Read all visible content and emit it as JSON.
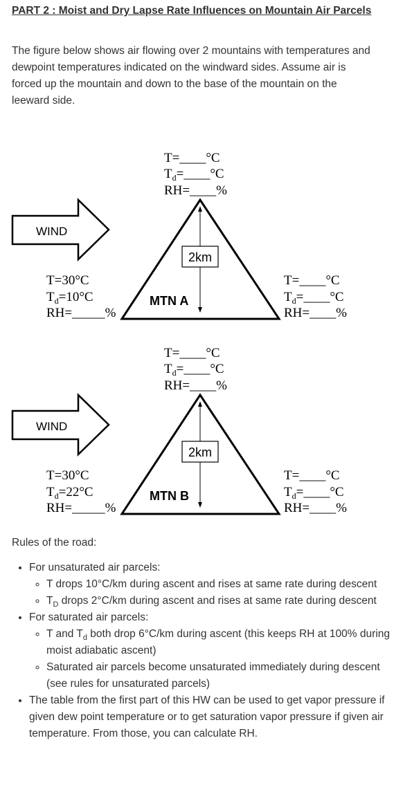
{
  "heading": "PART 2 : Moist and Dry Lapse Rate Influences on Mountain Air Parcels",
  "intro": "The figure below shows air flowing over 2 mountains with temperatures and dewpoint temperatures indicated on the windward sides. Assume air is forced up the mountain and down to the base of the mountain on the leeward side.",
  "figure": {
    "wind_label": "WIND",
    "height_label": "2km",
    "blank_t": "T=____°C",
    "blank_td_prefix": "T",
    "blank_td_sub": "d",
    "blank_td_suffix": "=____°C",
    "blank_rh": "RH=____%",
    "mountains": [
      {
        "name": "MTN A",
        "windward_t": "T=30°C",
        "windward_td_prefix": "T",
        "windward_td_sub": "d",
        "windward_td_suffix": "=10°C",
        "windward_rh": "RH=_____%"
      },
      {
        "name": "MTN B",
        "windward_t": "T=30°C",
        "windward_td_prefix": "T",
        "windward_td_sub": "d",
        "windward_td_suffix": "=22°C",
        "windward_rh": "RH=_____%"
      }
    ]
  },
  "rules": {
    "title": "Rules of the road:",
    "unsat_title": "For unsaturated air parcels:",
    "unsat_1": "T drops 10°C/km during ascent and rises at same rate during descent",
    "unsat_2_prefix": "T",
    "unsat_2_sub": "D",
    "unsat_2_suffix": " drops 2°C/km during ascent and rises at same rate during descent",
    "sat_title": "For saturated air parcels:",
    "sat_1_prefix": "T and T",
    "sat_1_sub": "d",
    "sat_1_suffix": " both drop 6°C/km during ascent (this keeps RH at 100% during moist adiabatic ascent)",
    "sat_2": "Saturated air parcels become unsaturated immediately during descent (see rules for unsaturated parcels)",
    "table_note": "The table from the first part of this HW can be used to get vapor pressure if given dew point temperature or to get saturation vapor pressure if given air temperature. From those, you can calculate RH."
  }
}
